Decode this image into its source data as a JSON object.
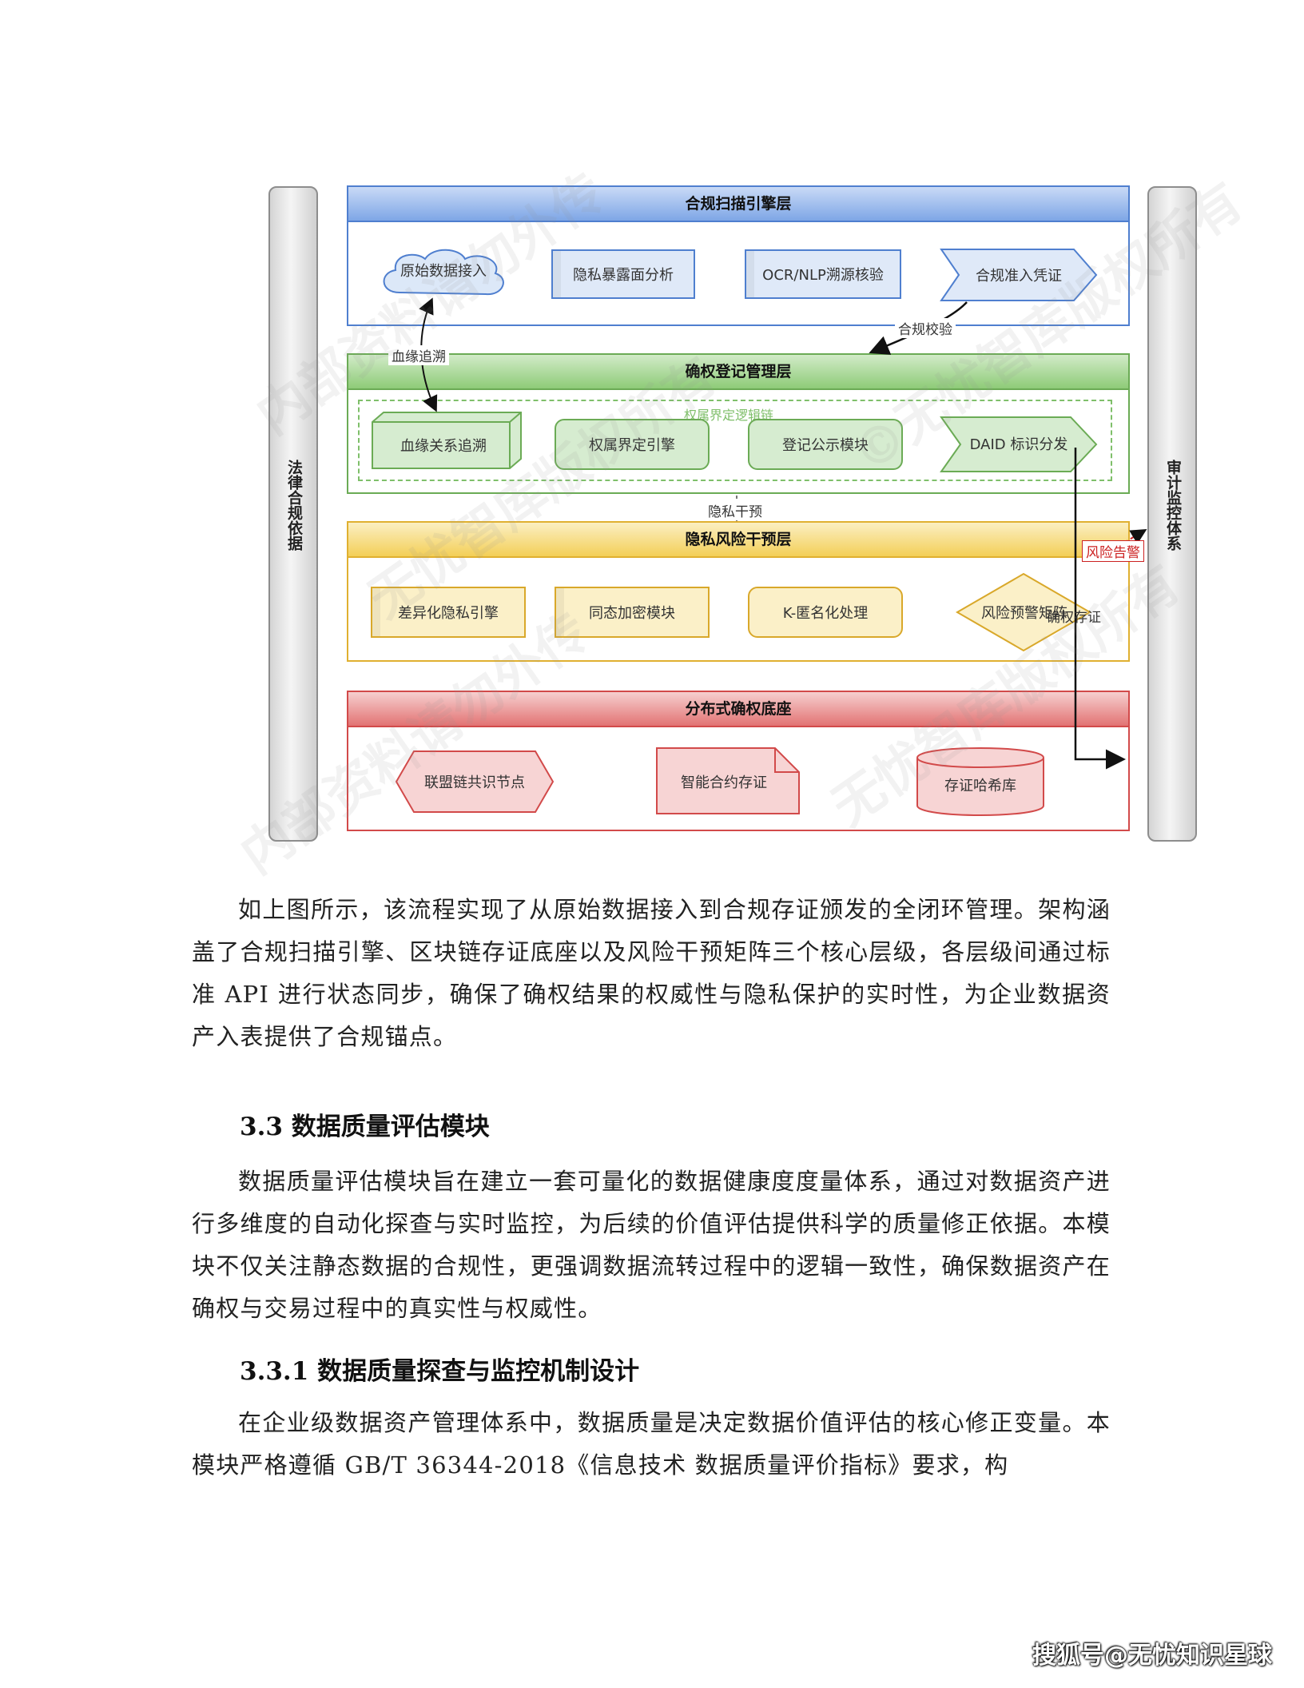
{
  "diagram": {
    "side_left": "法律合规依据",
    "side_right": "审计监控体系",
    "layers": [
      {
        "title": "合规扫描引擎层",
        "color": "#6f9ce0",
        "nodes": [
          "原始数据接入",
          "隐私暴露面分析",
          "OCR/NLP溯源核验",
          "合规准入凭证"
        ]
      },
      {
        "title": "确权登记管理层",
        "color": "#7fbf6a",
        "group_label": "权属界定逻辑链",
        "nodes": [
          "血缘关系追溯",
          "权属界定引擎",
          "登记公示模块",
          "DAID 标识分发"
        ]
      },
      {
        "title": "隐私风险干预层",
        "color": "#f3c846",
        "nodes": [
          "差异化隐私引擎",
          "同态加密模块",
          "K-匿名化处理",
          "风险预警矩阵"
        ]
      },
      {
        "title": "分布式确权底座",
        "color": "#e36a6a",
        "nodes": [
          "联盟链共识节点",
          "智能合约存证",
          "存证哈希库"
        ]
      }
    ],
    "edges": {
      "lineage": "血缘追溯",
      "compliance_check": "合规校验",
      "privacy_intervention": "隐私干预",
      "risk_alert": "风险告警",
      "rights_evidence": "确权存证"
    },
    "watermarks": [
      "内部资料请勿外传",
      "无忧智库版权所有",
      "©无忧智库版权所有"
    ]
  },
  "text": {
    "para1": "如上图所示，该流程实现了从原始数据接入到合规存证颁发的全闭环管理。架构涵盖了合规扫描引擎、区块链存证底座以及风险干预矩阵三个核心层级，各层级间通过标准 API 进行状态同步，确保了确权结果的权威性与隐私保护的实时性，为企业数据资产入表提供了合规锚点。",
    "heading_33": "3.3 数据质量评估模块",
    "para2": "数据质量评估模块旨在建立一套可量化的数据健康度度量体系，通过对数据资产进行多维度的自动化探查与实时监控，为后续的价值评估提供科学的质量修正依据。本模块不仅关注静态数据的合规性，更强调数据流转过程中的逻辑一致性，确保数据资产在确权与交易过程中的真实性与权威性。",
    "heading_331": "3.3.1 数据质量探查与监控机制设计",
    "para3": "在企业级数据资产管理体系中，数据质量是决定数据价值评估的核心修正变量。本模块严格遵循 GB/T 36344-2018《信息技术 数据质量评价指标》要求，构",
    "footer": "搜狐号@无忧知识星球"
  }
}
